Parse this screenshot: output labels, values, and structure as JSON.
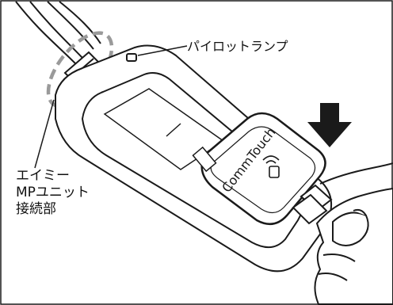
{
  "labels": {
    "pilot_lamp": "パイロットランプ",
    "connector": [
      "エイミー",
      "MPユニット",
      "接続部"
    ]
  },
  "device": {
    "brand_text": "CommTouch"
  },
  "colors": {
    "line": "#1a1a1a",
    "dashed_highlight": "#9a9a9a",
    "background": "#ffffff"
  }
}
